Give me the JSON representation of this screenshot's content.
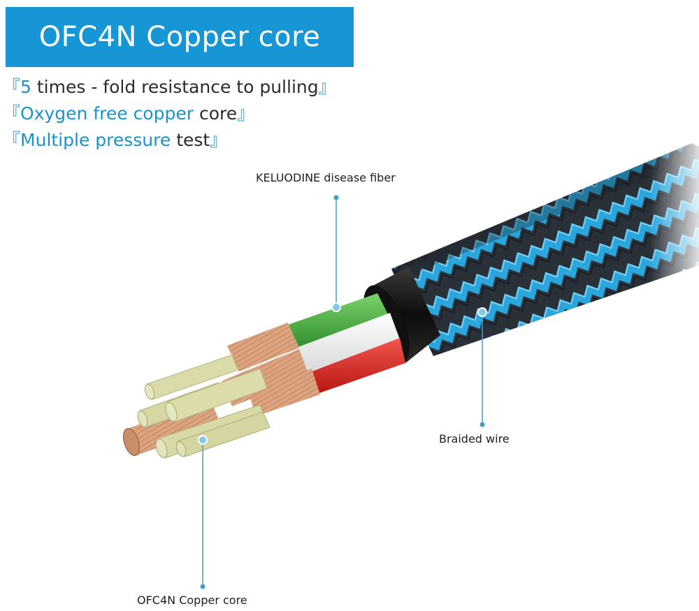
{
  "banner": {
    "title": "OFC4N Copper core"
  },
  "features": [
    {
      "open": "『",
      "highlight": "5",
      "rest": " times - fold resistance to pulling",
      "close": "』"
    },
    {
      "open": "『",
      "highlight": "Oxygen free copper",
      "rest": " core",
      "close": "』"
    },
    {
      "open": "『",
      "highlight": "Multiple pressure",
      "rest": " test",
      "close": "』"
    }
  ],
  "callouts": {
    "fiber": "KELUODINE disease fiber",
    "braid": "Braided wire",
    "core": "OFC4N Copper core"
  },
  "colors": {
    "brand_blue": "#1796d6",
    "braid_blue": "#2aa6dc",
    "braid_dark": "#2a3038",
    "wire_green": "#3fa93a",
    "wire_red": "#d8211e",
    "copper": "#d9a07f",
    "insulation": "#d9dcae"
  }
}
